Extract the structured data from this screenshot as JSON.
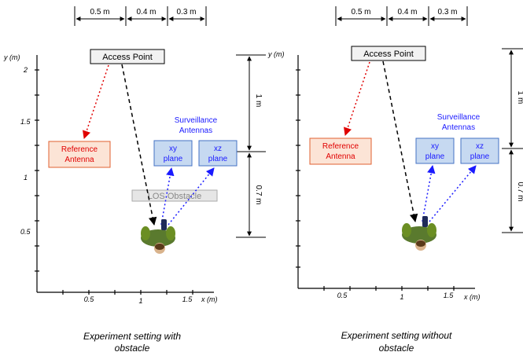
{
  "dimensions": {
    "left": [
      "0.5 m",
      "0.4 m",
      "0.3 m"
    ],
    "right": [
      "0.5 m",
      "0.4 m",
      "0.3 m"
    ],
    "vertical": [
      "1 m",
      "0.7 m"
    ]
  },
  "axes": {
    "y_label": "y (m)",
    "x_label": "x (m)",
    "y_ticks": [
      "2",
      "1.5",
      "1",
      "0.5"
    ],
    "x_ticks": [
      "0.5",
      "1",
      "1.5"
    ]
  },
  "labels": {
    "access_point": "Access Point",
    "reference_antenna": [
      "Reference",
      "Antenna"
    ],
    "surveillance_antennas": [
      "Surveillance",
      "Antennas"
    ],
    "xy_plane": [
      "xy",
      "plane"
    ],
    "xz_plane": [
      "xz",
      "plane"
    ],
    "los_obstacle": "LOS Obstacle"
  },
  "captions": {
    "left": [
      "Experiment setting with",
      "obstacle"
    ],
    "right": [
      "Experiment setting without",
      "obstacle"
    ]
  },
  "colors": {
    "reference_fill": "#fce4d6",
    "reference_stroke": "#e06030",
    "reference_text": "#e00000",
    "antenna_fill": "#c6d9f1",
    "antenna_stroke": "#4472c4",
    "antenna_text": "#1a1aff",
    "ap_fill": "#f2f2f2",
    "obstacle_fill": "#e6e6e6"
  }
}
